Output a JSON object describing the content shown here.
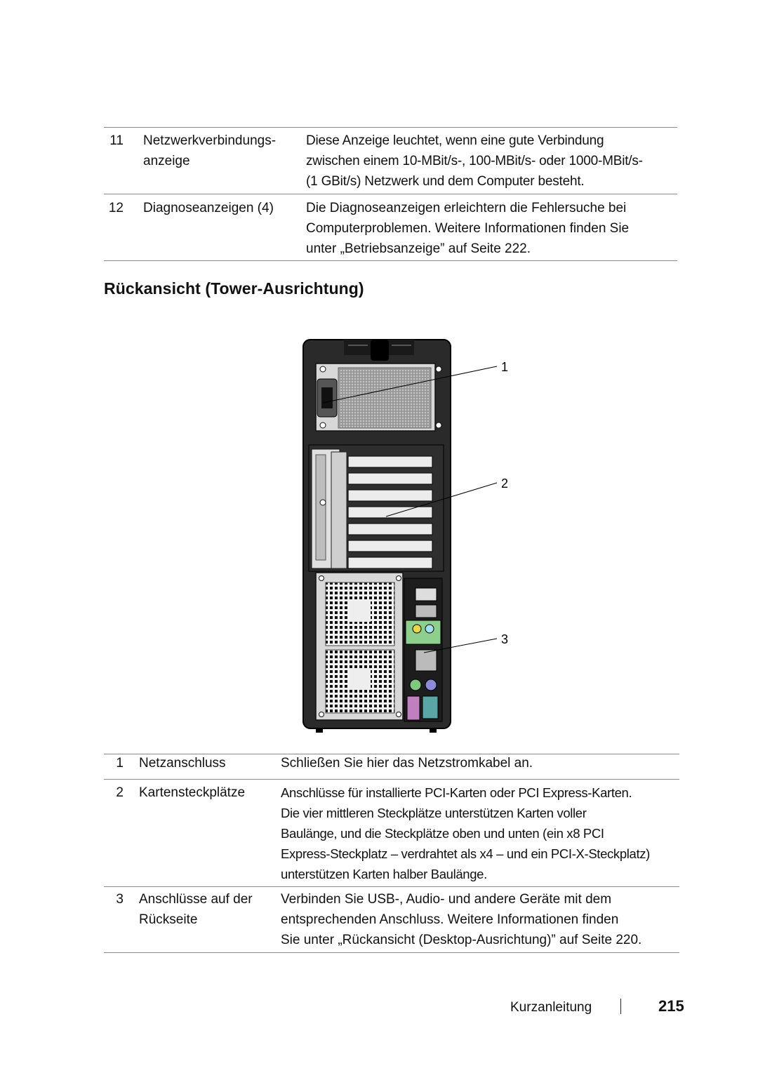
{
  "top_table": [
    {
      "num": "11",
      "label": "Netzwerkverbindungs-\nanzeige",
      "description": "Diese Anzeige leuchtet, wenn eine gute Verbindung\nzwischen einem 10-MBit/s-, 100-MBit/s- oder 1000-MBit/s-\n(1 GBit/s) Netzwerk und dem Computer besteht."
    },
    {
      "num": "12",
      "label": "Diagnoseanzeigen (4)",
      "description": "Die Diagnoseanzeigen erleichtern die Fehlersuche bei\nComputerproblemen. Weitere Informationen finden Sie\nunter „Betriebsanzeige” auf Seite 222."
    }
  ],
  "section_heading": "Rückansicht (Tower-Ausrichtung)",
  "figure": {
    "callouts": [
      "1",
      "2",
      "3"
    ]
  },
  "bottom_table": [
    {
      "num": "1",
      "label": "Netzanschluss",
      "description": "Schließen Sie hier das Netzstromkabel an."
    },
    {
      "num": "2",
      "label": "Kartensteckplätze",
      "description": "Anschlüsse für installierte PCI-Karten oder PCI Express-Karten.\nDie vier mittleren Steckplätze unterstützen Karten voller\nBaulänge, und die Steckplätze oben und unten (ein x8 PCI\nExpress-Steckplatz – verdrahtet als x4 – und ein PCI-X-Steckplatz)\nunterstützen Karten halber Baulänge."
    },
    {
      "num": "3",
      "label": "Anschlüsse auf der\nRückseite",
      "description": "Verbinden Sie USB-, Audio- und andere Geräte mit dem\nentsprechenden Anschluss. Weitere Informationen finden\nSie unter „Rückansicht (Desktop-Ausrichtung)” auf Seite 220."
    }
  ],
  "footer": {
    "section": "Kurzanleitung",
    "page": "215"
  }
}
